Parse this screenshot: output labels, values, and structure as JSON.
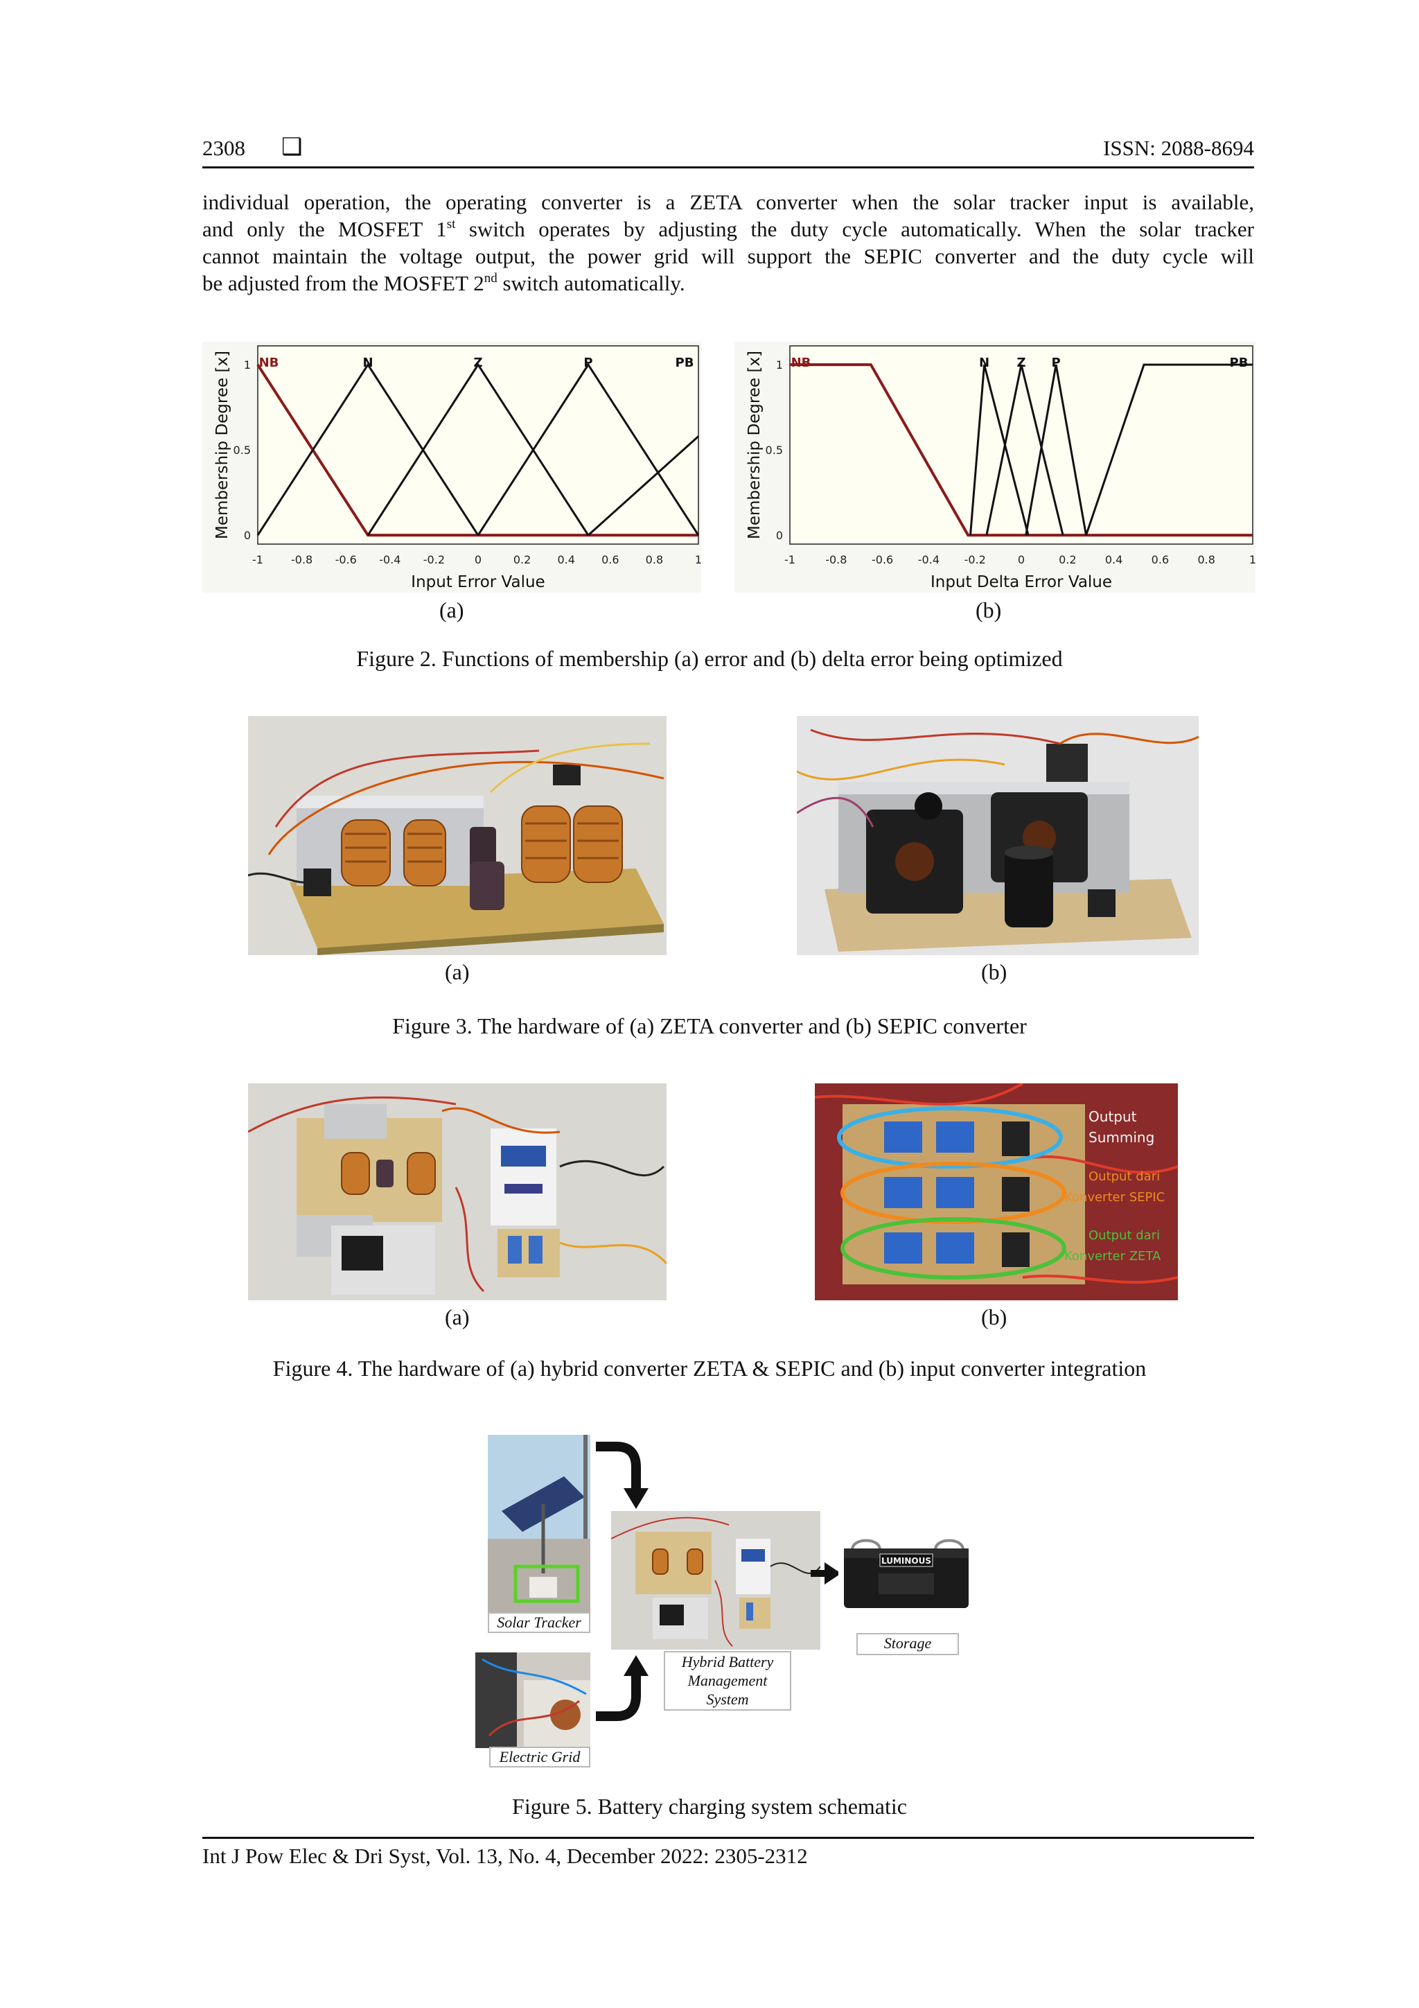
{
  "header": {
    "page_number": "2308",
    "issn": "ISSN: 2088-8694",
    "square_glyph": "❑"
  },
  "paragraph": {
    "line1": "individual operation, the operating converter is a ZETA converter when the solar tracker input is available,",
    "line2a": "and only the MOSFET 1",
    "line2sup": "st",
    "line2b": " switch operates by adjusting the duty cycle automatically. When the solar tracker",
    "line3": "cannot maintain the voltage output, the power grid will support the SEPIC converter and the duty cycle will",
    "line4a": "be adjusted from the MOSFET 2",
    "line4sup": "nd",
    "line4b": " switch automatically."
  },
  "figure2": {
    "sub_a": "(a)",
    "sub_b": "(b)",
    "caption": "Figure 2. Functions of membership (a) error and (b) delta error being optimized"
  },
  "figure3": {
    "sub_a": "(a)",
    "sub_b": "(b)",
    "caption": "Figure 3. The hardware of (a) ZETA converter and (b) SEPIC converter"
  },
  "figure4": {
    "sub_a": "(a)",
    "sub_b": "(b)",
    "caption": "Figure 4. The hardware of (a) hybrid converter ZETA & SEPIC and (b) input converter integration",
    "photo_b_labels": [
      "Output",
      "Summing",
      "Output dari",
      "Konverter SEPIC",
      "Output dari",
      "Konverter ZETA"
    ]
  },
  "figure5": {
    "caption": "Figure 5. Battery charging system schematic",
    "solar_tracker": "Solar Tracker",
    "electric_grid": "Electric Grid",
    "hbms_line1": "Hybrid Battery",
    "hbms_line2": "Management",
    "hbms_line3": "System",
    "storage": "Storage",
    "battery_brand": "LUMINOUS"
  },
  "footer": {
    "citation": "Int J Pow Elec & Dri Syst, Vol. 13, No. 4, December 2022: 2305-2312"
  },
  "chart_data": [
    {
      "type": "line",
      "panel": "(a)",
      "title": "",
      "xlabel": "Input Error Value",
      "ylabel": "Membership Degree [x]",
      "xlim": [
        -1,
        1
      ],
      "ylim": [
        0,
        1
      ],
      "xticks": [
        "-1",
        "-0.8",
        "-0.6",
        "-0.4",
        "-0.2",
        "0",
        "0.2",
        "0.4",
        "0.6",
        "0.8",
        "1"
      ],
      "yticks": [
        "0",
        "0.5",
        "1"
      ],
      "series": [
        {
          "name": "NB",
          "x": [
            -1,
            -0.5,
            1
          ],
          "y": [
            1,
            0,
            0
          ],
          "color": "#8b1a1a"
        },
        {
          "name": "N",
          "x": [
            -1,
            -0.5,
            0
          ],
          "y": [
            0,
            1,
            0
          ],
          "color": "#111111"
        },
        {
          "name": "Z",
          "x": [
            -0.5,
            0,
            0.5
          ],
          "y": [
            0,
            1,
            0
          ],
          "color": "#111111"
        },
        {
          "name": "P",
          "x": [
            0,
            0.5,
            1
          ],
          "y": [
            0,
            1,
            0
          ],
          "color": "#111111"
        },
        {
          "name": "PB",
          "x": [
            0.5,
            1
          ],
          "y": [
            0,
            0.58
          ],
          "color": "#111111"
        }
      ]
    },
    {
      "type": "line",
      "panel": "(b)",
      "title": "",
      "xlabel": "Input Delta Error Value",
      "ylabel": "Membership Degree [x]",
      "xlim": [
        -1,
        1
      ],
      "ylim": [
        0,
        1
      ],
      "xticks": [
        "-1",
        "-0.8",
        "-0.6",
        "-0.4",
        "-0.2",
        "0",
        "0.2",
        "0.4",
        "0.6",
        "0.8",
        "1"
      ],
      "yticks": [
        "0",
        "0.5",
        "1"
      ],
      "series": [
        {
          "name": "NB",
          "x": [
            -1,
            -0.65,
            -0.23,
            1
          ],
          "y": [
            1,
            1,
            0,
            0
          ],
          "color": "#8b1a1a"
        },
        {
          "name": "N",
          "x": [
            -0.22,
            -0.16,
            0.03
          ],
          "y": [
            0,
            1,
            0
          ],
          "color": "#111111"
        },
        {
          "name": "Z",
          "x": [
            -0.15,
            0,
            0.18
          ],
          "y": [
            0,
            1,
            0
          ],
          "color": "#111111"
        },
        {
          "name": "P",
          "x": [
            0.02,
            0.15,
            0.28
          ],
          "y": [
            0,
            1,
            0
          ],
          "color": "#111111"
        },
        {
          "name": "PB",
          "x": [
            0.28,
            0.53,
            1
          ],
          "y": [
            0,
            1,
            1
          ],
          "color": "#111111"
        }
      ]
    }
  ]
}
